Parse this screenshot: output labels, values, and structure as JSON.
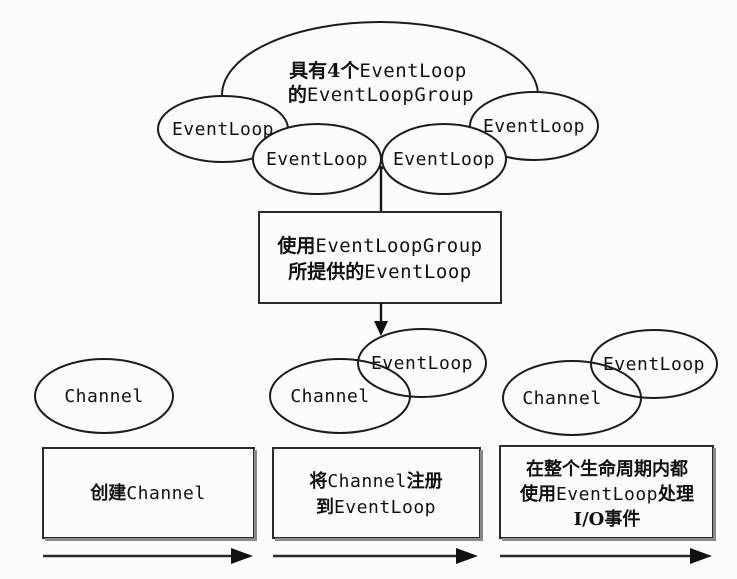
{
  "colors": {
    "paper": "#fcfcfc",
    "ink": "#1c1c1c",
    "box_shadow": "#8a8a8a"
  },
  "labels": {
    "eventloop": "EventLoop",
    "channel": "Channel"
  },
  "group_ellipse": {
    "line1_cjk": "具有4个",
    "line1_code": "EventLoop",
    "line2_cjk": "的",
    "line2_code": "EventLoopGroup"
  },
  "use_box": {
    "line1_cjk": "使用",
    "line1_code": "EventLoopGroup",
    "line2_cjk": "所提供的",
    "line2_code": "EventLoop"
  },
  "steps": [
    {
      "line1_cjk": "创建",
      "line1_code": "Channel"
    },
    {
      "line1_cjk": "将",
      "line1_code": "Channel",
      "line1_cjk2": "注册",
      "line2_cjk": "到",
      "line2_code": "EventLoop"
    },
    {
      "line1_cjk": "在整个生命周期内都",
      "line2_cjk": "使用",
      "line2_code": "EventLoop",
      "line2_cjk2": "处理",
      "line3_cjk": "I/O事件"
    }
  ]
}
